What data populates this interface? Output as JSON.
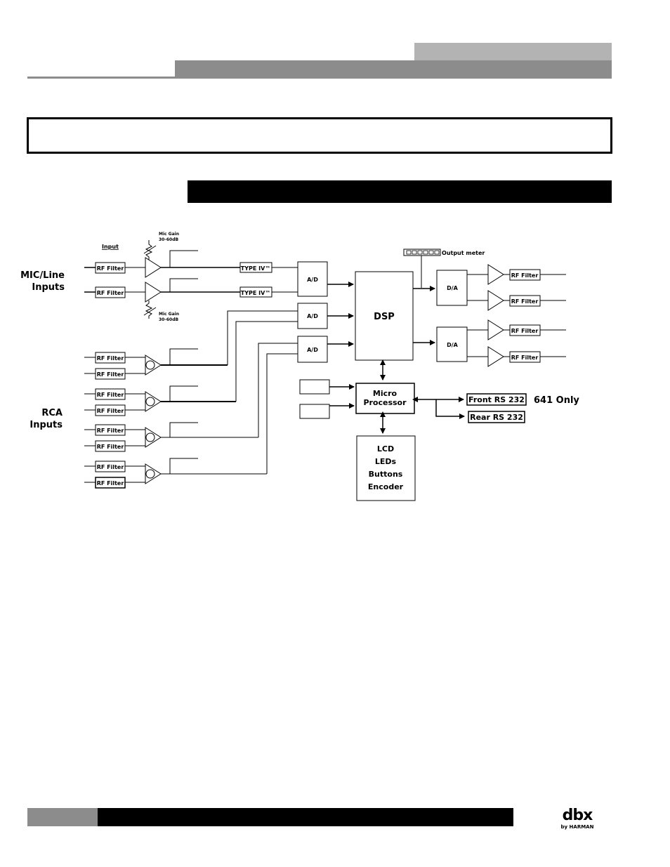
{
  "header": {
    "band_light_color": "#b3b3b3",
    "band_dark_color": "#8c8c8c"
  },
  "notice_box": {
    "text": ""
  },
  "section_bar": {
    "title": "",
    "color": "#000000"
  },
  "diagram": {
    "input_label": "Input",
    "mic_gain_title": "Mic Gain",
    "mic_gain_range": "30-60dB",
    "mic_line_inputs_line1": "MIC/Line",
    "mic_line_inputs_line2": "Inputs",
    "rca_inputs_line1": "RCA",
    "rca_inputs_line2": "Inputs",
    "rf_filter": "RF Filter",
    "type_iv": "TYPE IV™",
    "ad": "A/D",
    "da": "D/A",
    "dsp": "DSP",
    "output_meter": "Output meter",
    "micro_processor_line1": "Micro",
    "micro_processor_line2": "Processor",
    "ui_lines": [
      "LCD",
      "LEDs",
      "Buttons",
      "Encoder"
    ],
    "front_rs232": "Front RS 232",
    "rear_rs232": "Rear RS 232",
    "model_note": "641 Only"
  },
  "footer": {
    "page_tab_color": "#8c8c8c",
    "bar_color": "#000000",
    "logo_brand": "dbx",
    "logo_by": "by HARMAN"
  }
}
